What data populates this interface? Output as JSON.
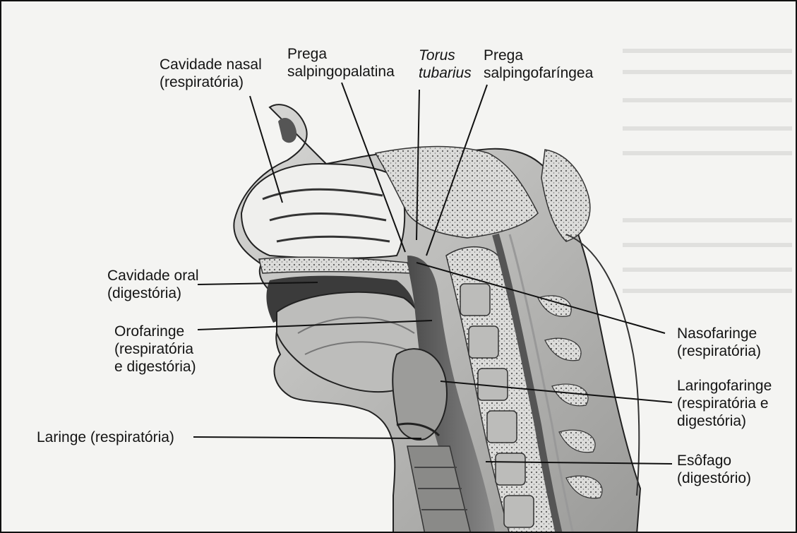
{
  "labels": {
    "cavidade_nasal": [
      "Cavidade nasal",
      "(respiratória)"
    ],
    "prega_salpingopalatina": [
      "Prega",
      "salpingopalatina"
    ],
    "torus_tubarius": [
      "Torus",
      "tubarius"
    ],
    "prega_salpingofaringea": [
      "Prega",
      "salpingofaríngea"
    ],
    "cavidade_oral": [
      "Cavidade oral",
      "(digestória)"
    ],
    "orofaringe": [
      "Orofaringe",
      "(respiratória",
      "e digestória)"
    ],
    "nasofaringe": [
      "Nasofaringe",
      "(respiratória)"
    ],
    "laringofaringe": [
      "Laringofaringe",
      "(respiratória e",
      "digestória)"
    ],
    "laringe": [
      "Laringe (respiratória)"
    ],
    "esofago": [
      "Esôfago",
      "(digestório)"
    ]
  }
}
